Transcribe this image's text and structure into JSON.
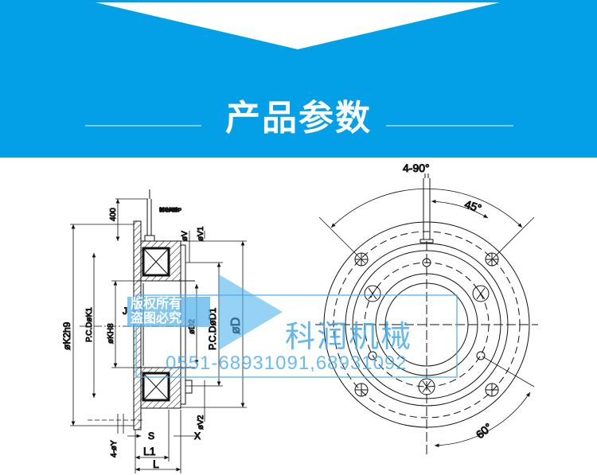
{
  "header": {
    "title": "产品参数"
  },
  "colors": {
    "banner": "#03a0e8",
    "watermark": "#46aaeb"
  },
  "side_view_labels": {
    "cable_length": "400",
    "gap": "制动间隙P",
    "v": "øV",
    "v1": "øV1",
    "d": "øD",
    "d1": "P.C.DøD1",
    "d2": "øD2",
    "kh8": "øKH8",
    "k1": "P.C.DøK1",
    "k2": "øK2h9",
    "j": "J",
    "v2": "øV2",
    "x": "X",
    "s": "S",
    "y": "4-øY",
    "l1": "L1",
    "l": "L"
  },
  "front_view_labels": {
    "angle_4x90": "4-90°",
    "angle_45": "45°",
    "angle_60": "60°"
  },
  "watermark": {
    "line1": "版权所有",
    "line2": "盗图必究",
    "company": "科润机械",
    "phone": "0551-68931091,68931092"
  }
}
